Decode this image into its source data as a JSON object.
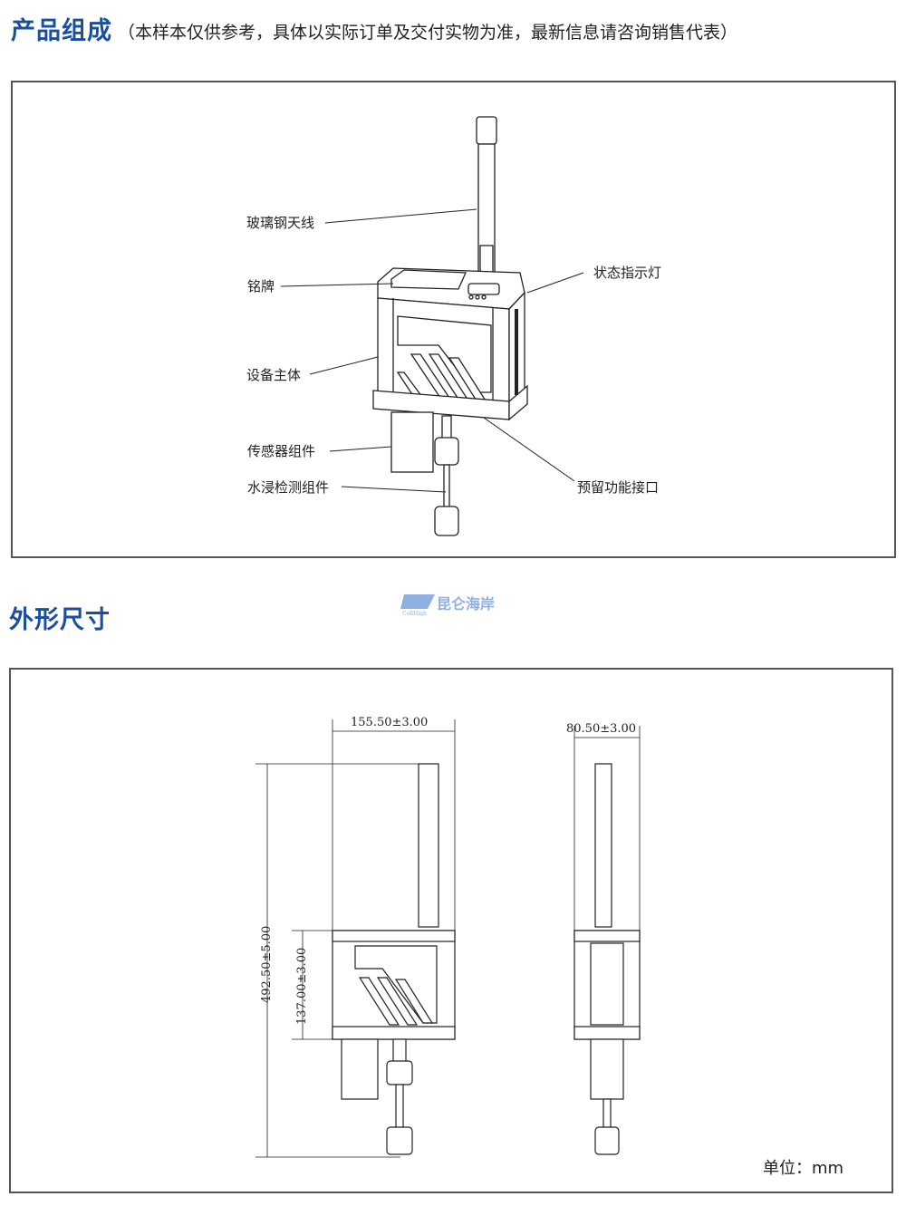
{
  "section1": {
    "title": "产品组成",
    "note": "（本样本仅供参考，具体以实际订单及交付实物为准，最新信息请咨询销售代表）",
    "labels": {
      "antenna": "玻璃钢天线",
      "nameplate": "铭牌",
      "body": "设备主体",
      "sensor": "传感器组件",
      "water": "水浸检测组件",
      "led": "状态指示灯",
      "port": "预留功能接口"
    }
  },
  "logo": {
    "text": "昆仑海岸",
    "sub": "CollHigh"
  },
  "section2": {
    "title": "外形尺寸",
    "dims": {
      "width_front": "155.50±3.00",
      "width_side": "80.50±3.00",
      "height_total": "492.50±5.00",
      "height_body": "137.00±3.00"
    },
    "unit": "单位：mm"
  },
  "colors": {
    "accent": "#1a4fa0",
    "frame": "#555555"
  }
}
